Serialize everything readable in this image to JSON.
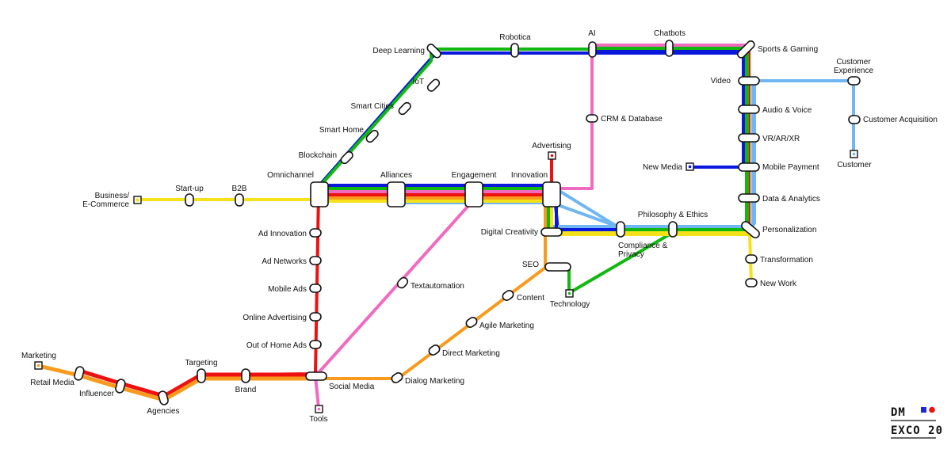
{
  "colors": {
    "red": "#ee1111",
    "orange": "#f79a1d",
    "yellow": "#f5e11a",
    "green": "#10b810",
    "blue": "#0a18dd",
    "pink": "#f06ac0",
    "lightblue": "#6fb6f2",
    "logo_square": "#1a2bd6",
    "logo_dot": "#ee1111"
  },
  "stations": {
    "deep_learning": "Deep Learning",
    "robotica": "Robotica",
    "ai": "AI",
    "chatbots": "Chatbots",
    "sports_gaming": "Sports & Gaming",
    "iot": "IoT",
    "smart_cities": "Smart Cities",
    "smart_home": "Smart Home",
    "blockchain": "Blockchain",
    "crm_database": "CRM & Database",
    "advertising": "Advertising",
    "omnichannel": "Omnichannel",
    "alliances": "Alliances",
    "engagement": "Engagement",
    "innovation": "Innovation",
    "business_ecommerce_1": "Business/",
    "business_ecommerce_2": "E-Commerce",
    "start_up": "Start-up",
    "b2b": "B2B",
    "video": "Video",
    "audio_voice": "Audio & Voice",
    "vr_ar_xr": "VR/AR/XR",
    "new_media": "New Media",
    "mobile_payment": "Mobile Payment",
    "data_analytics": "Data & Analytics",
    "personalization": "Personalization",
    "transformation": "Transformation",
    "new_work": "New Work",
    "customer_experience_1": "Customer",
    "customer_experience_2": "Experience",
    "customer_acquisition": "Customer Acquisition",
    "customer": "Customer",
    "philosophy_ethics": "Philosophy & Ethics",
    "compliance_privacy_1": "Compliance &",
    "compliance_privacy_2": "Privacy",
    "digital_creativity": "Digital Creativity",
    "seo": "SEO",
    "technology": "Technology",
    "content": "Content",
    "agile_marketing": "Agile Marketing",
    "direct_marketing": "Direct Marketing",
    "dialog_marketing": "Dialog Marketing",
    "textautomation": "Textautomation",
    "ad_innovation": "Ad Innovation",
    "ad_networks": "Ad Networks",
    "mobile_ads": "Mobile Ads",
    "online_advertising": "Online Advertising",
    "out_of_home_ads": "Out of Home Ads",
    "social_media": "Social Media",
    "tools": "Tools",
    "brand": "Brand",
    "targeting": "Targeting",
    "agencies": "Agencies",
    "influencer": "Influencer",
    "retail_media": "Retail Media",
    "marketing": "Marketing"
  },
  "logo": {
    "line1": "DM",
    "line2": "EXCO 20"
  }
}
